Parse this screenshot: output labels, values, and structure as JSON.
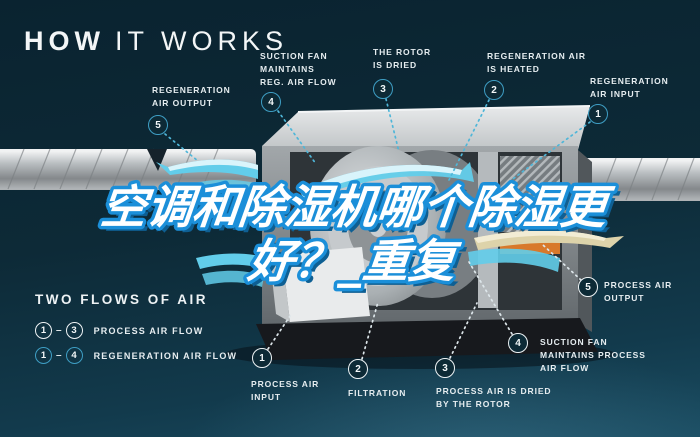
{
  "title": {
    "word_bold": "HOW",
    "word_light": "IT WORKS"
  },
  "headline": {
    "line1": "空调和除湿机哪个除湿更",
    "line2": "好？_重复",
    "fill_color": "#ffffff",
    "stroke_color": "#1b8fd9",
    "shadow_color": "#0e5f93"
  },
  "legend": {
    "title": "TWO FLOWS OF AIR",
    "rows": [
      {
        "from": "1",
        "to": "3",
        "label": "PROCESS AIR FLOW",
        "style": "process"
      },
      {
        "from": "1",
        "to": "4",
        "label": "REGENERATION AIR FLOW",
        "style": "regeneration"
      }
    ]
  },
  "regeneration_callouts": {
    "r5": {
      "num": "5",
      "text": "REGENERATION\nAIR OUTPUT"
    },
    "r4": {
      "num": "4",
      "text": "SUCTION FAN\nMAINTAINS\nREG. AIR FLOW"
    },
    "r3": {
      "num": "3",
      "text": "THE ROTOR\nIS DRIED"
    },
    "r2": {
      "num": "2",
      "text": "REGENERATION AIR\nIS HEATED"
    },
    "r1": {
      "num": "1",
      "text": "REGENERATION\nAIR INPUT"
    }
  },
  "process_callouts": {
    "p1": {
      "num": "1",
      "text": "PROCESS AIR\nINPUT"
    },
    "p2": {
      "num": "2",
      "text": "FILTRATION"
    },
    "p3": {
      "num": "3",
      "text": "PROCESS AIR IS DRIED\nBY THE ROTOR"
    },
    "p4": {
      "num": "4",
      "text": "SUCTION FAN\nMAINTAINS PROCESS\nAIR FLOW"
    },
    "p5": {
      "num": "5",
      "text": "PROCESS AIR\nOUTPUT"
    }
  },
  "colors": {
    "background": "#0d2a36",
    "accent_teal": "#3e9ec4",
    "circle_white": "#eef3f5",
    "label_text": "#e6edf0",
    "duct_silver": "#b9bec1",
    "heater_orange": "#d8792b",
    "ribbon_cyan": "#62cdea",
    "ribbon_tan": "#ddd3aa"
  }
}
